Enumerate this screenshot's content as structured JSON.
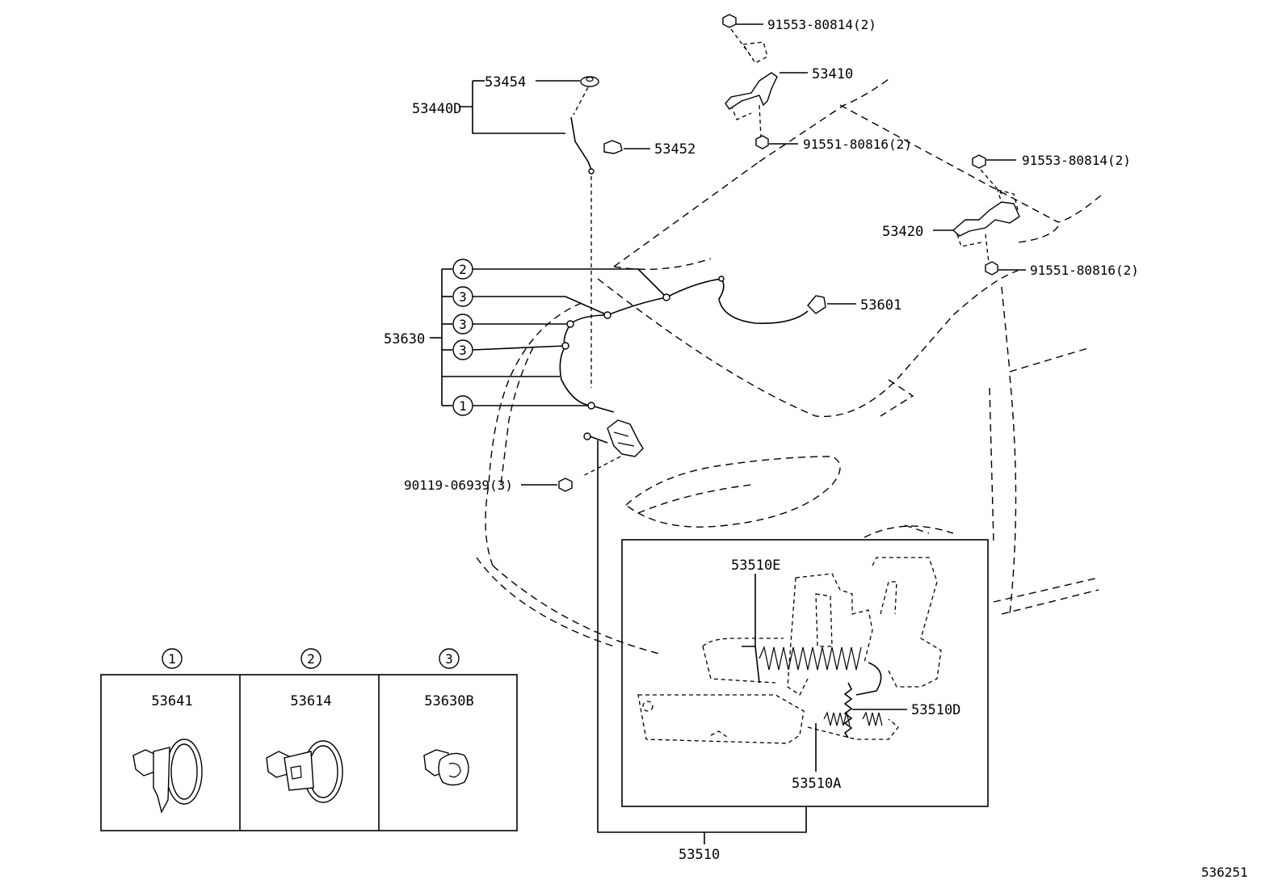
{
  "labels": {
    "p53454": "53454",
    "p53440D": "53440D",
    "p53452": "53452",
    "p91553_top": "91553-80814(2)",
    "p53410": "53410",
    "p91551_top": "91551-80816(2)",
    "p91553_right": "91553-80814(2)",
    "p53420": "53420",
    "p91551_right": "91551-80816(2)",
    "p53601": "53601",
    "p53630": "53630",
    "p90119": "90119-06939(3)",
    "p53510E": "53510E",
    "p53510D": "53510D",
    "p53510A": "53510A",
    "p53510": "53510",
    "p53641": "53641",
    "p53614": "53614",
    "p53630B": "53630B",
    "ref": "536251"
  },
  "callouts": {
    "c1": "1",
    "c2": "2",
    "c3": "3"
  }
}
